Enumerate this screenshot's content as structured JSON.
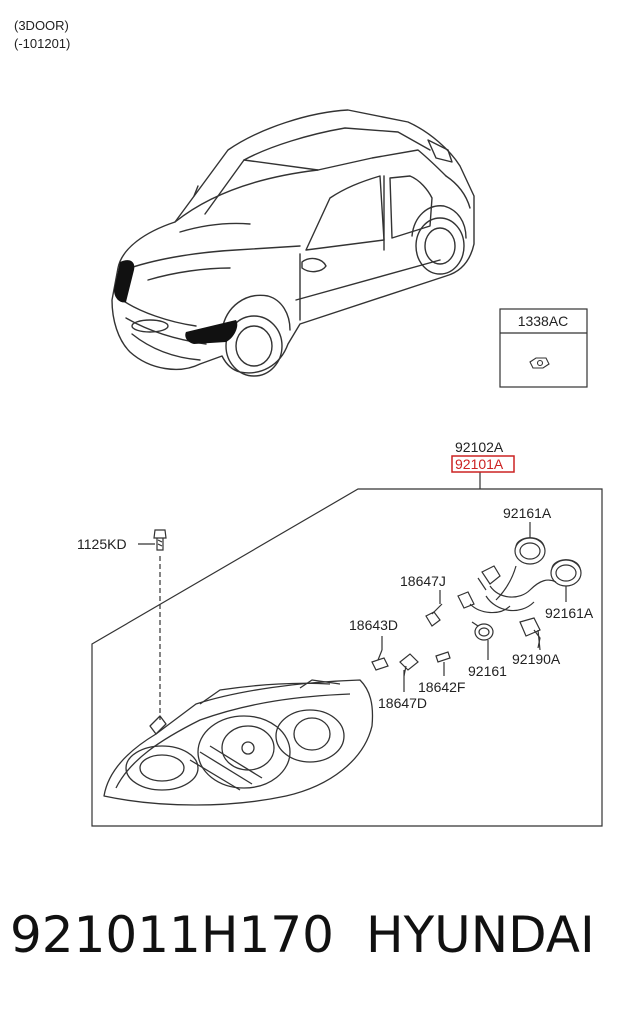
{
  "header": {
    "line1": "(3DOOR)",
    "line2": "(-101201)"
  },
  "boxed_part": "1338AC",
  "labels": {
    "l_92102A": "92102A",
    "l_92101A": "92101A",
    "l_92161A_top": "92161A",
    "l_92161A_right": "92161A",
    "l_1125KD": "1125KD",
    "l_18647J": "18647J",
    "l_18643D": "18643D",
    "l_92161": "92161",
    "l_92190A": "92190A",
    "l_18642F": "18642F",
    "l_18647D": "18647D"
  },
  "highlight_color": "#cc2222",
  "footer": {
    "part_number": "921011H170",
    "brand": "HYUNDAI"
  }
}
